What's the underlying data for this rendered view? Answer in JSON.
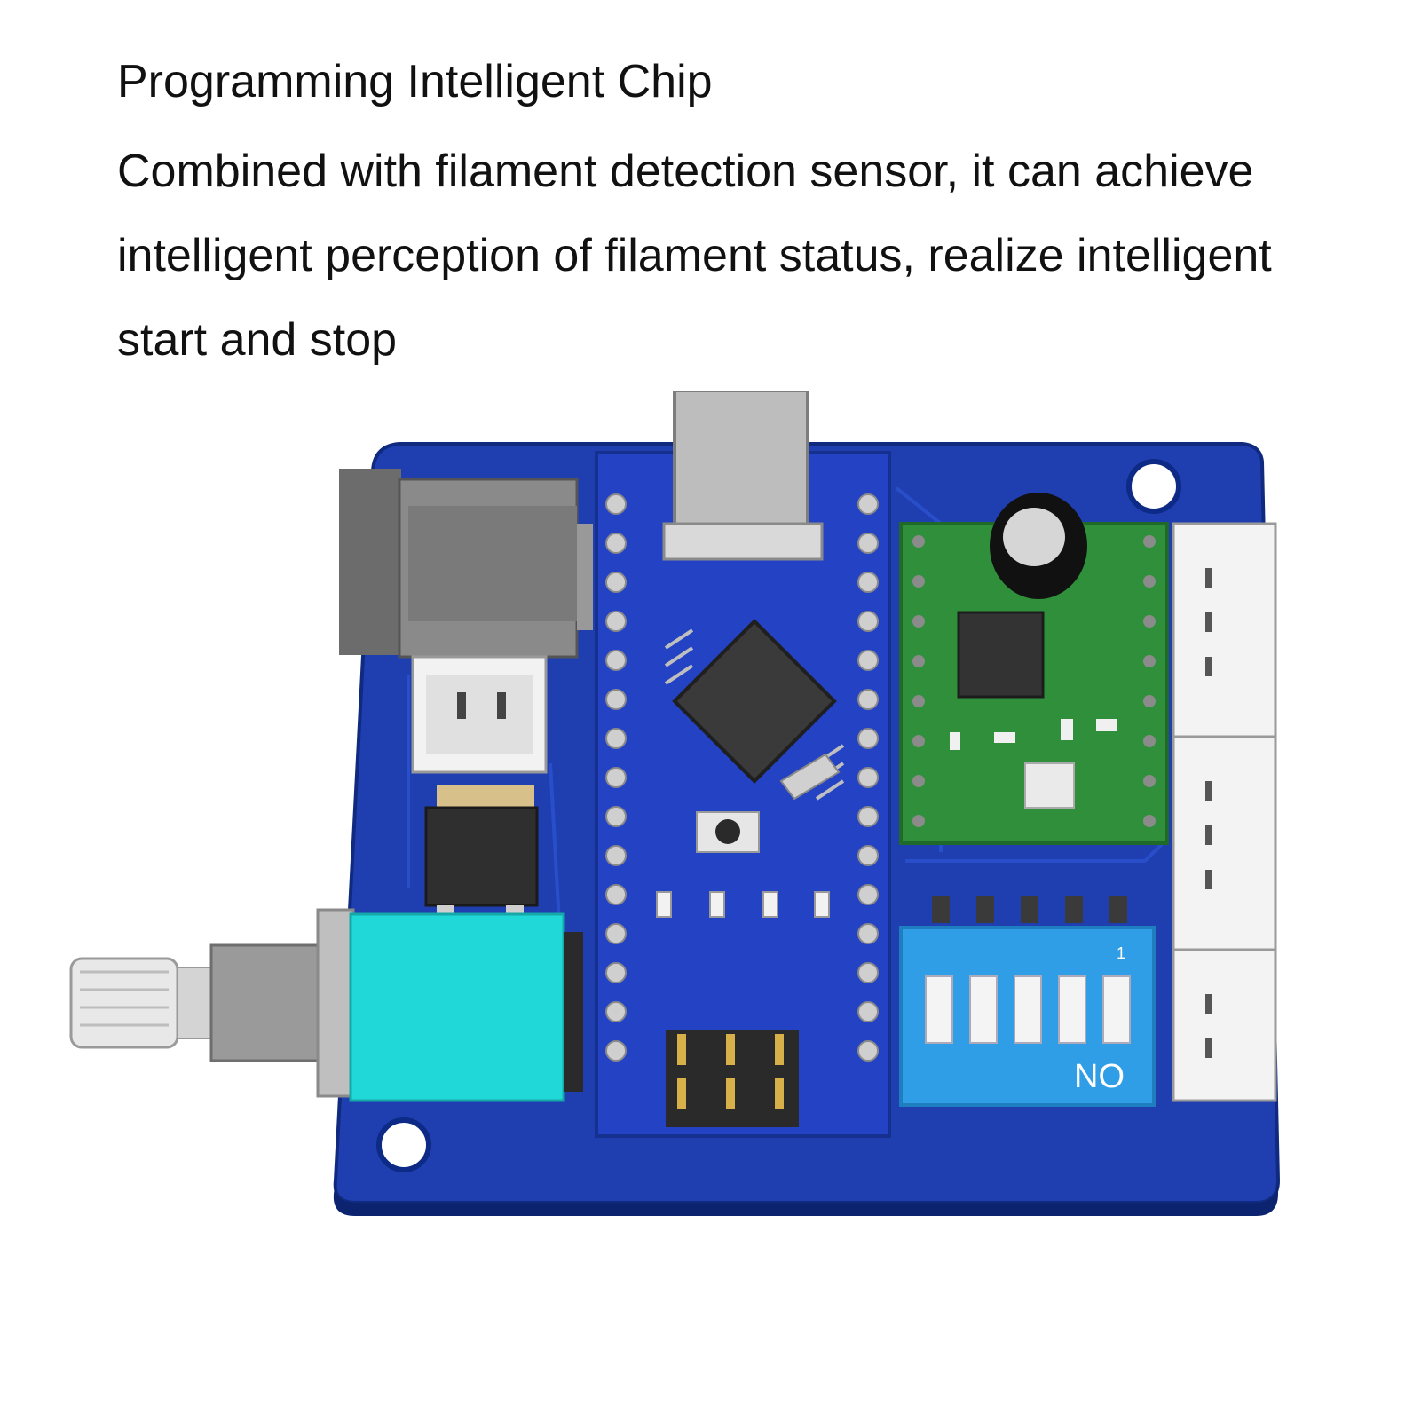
{
  "caption": {
    "title": "Programming Intelligent Chip",
    "lines": [
      "Combined with filament detection sensor, it can achieve",
      "intelligent perception of filament status, realize intelligent",
      "start and stop"
    ]
  },
  "board": {
    "silkscreen_switch": "NO",
    "silkscreen_dip_mark": "1",
    "colors": {
      "pcb": "#1f3fb0",
      "pcb_dark": "#15308e",
      "driver": "#2f8f3a",
      "dip": "#2f9ee6",
      "knob_body": "#20d8d8",
      "chip": "#3a3a3a"
    }
  }
}
